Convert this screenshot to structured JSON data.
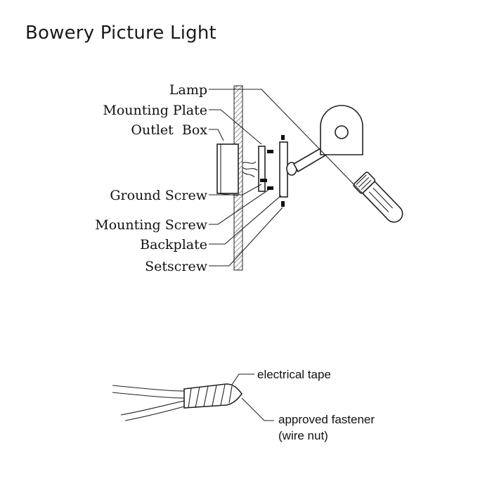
{
  "title": "Bowery Picture Light",
  "assembly": {
    "labels": {
      "lamp": "Lamp",
      "mounting_plate": "Mounting Plate",
      "outlet_box": "Outlet  Box",
      "ground_screw": "Ground Screw",
      "mounting_screw": "Mounting Screw",
      "backplate": "Backplate",
      "setscrew": "Setscrew"
    }
  },
  "wiring": {
    "labels": {
      "tape": "electrical tape",
      "fastener": "approved fastener",
      "fastener_note": "(wire nut)"
    }
  }
}
